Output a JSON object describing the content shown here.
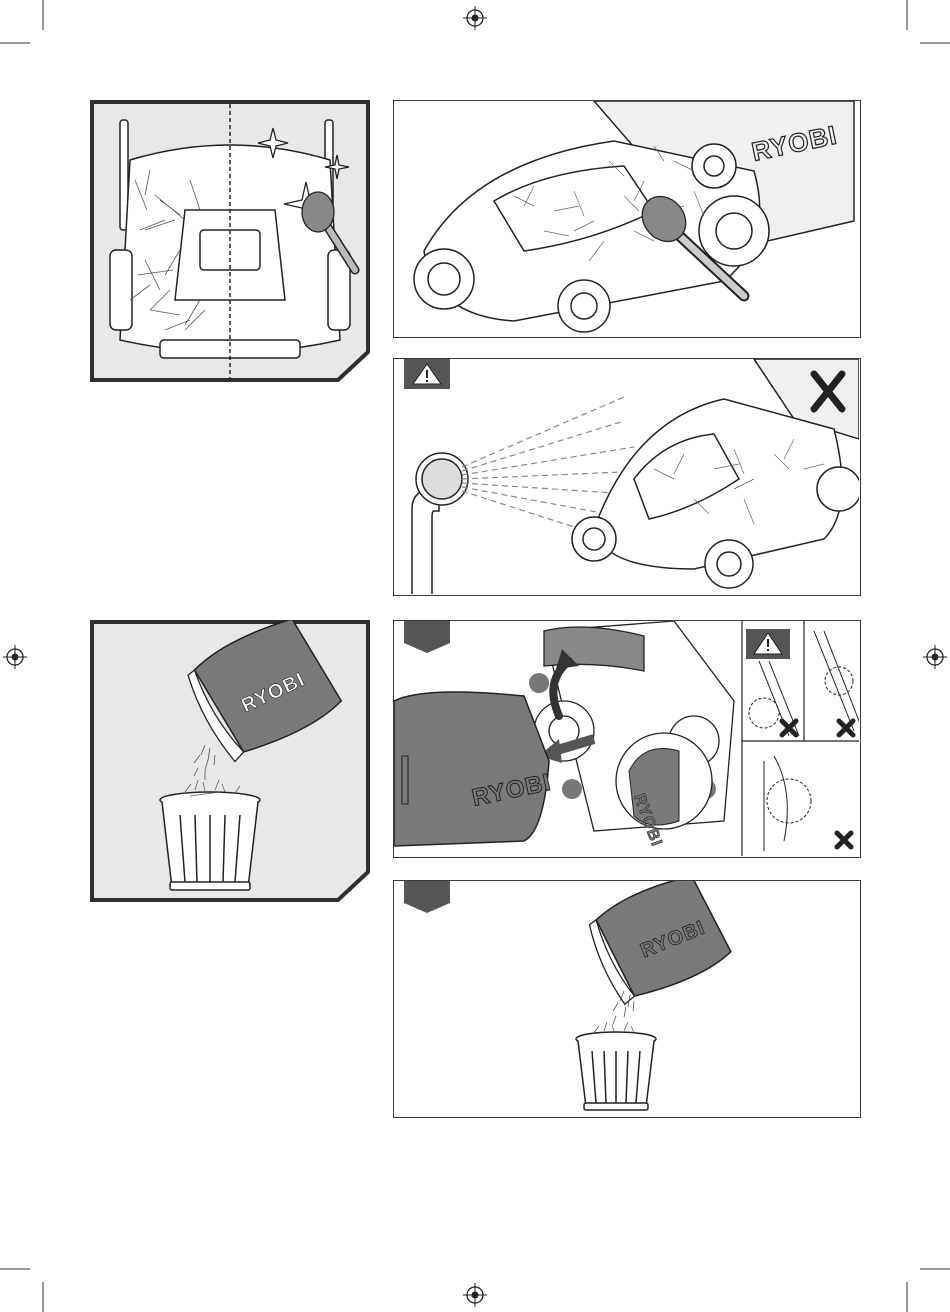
{
  "brand": "RYOBI",
  "colors": {
    "ink": "#2f2f2f",
    "panel_grey": "#e8e8e8",
    "bag_grey": "#7a7a7a",
    "marker_grey": "#555555"
  },
  "icons": {
    "registration_mark": "registration-crosshair",
    "warning": "warning-triangle",
    "prohibited": "x-cross",
    "brush": "cleaning-brush",
    "hose": "water-hose",
    "bin": "trash-bin"
  }
}
